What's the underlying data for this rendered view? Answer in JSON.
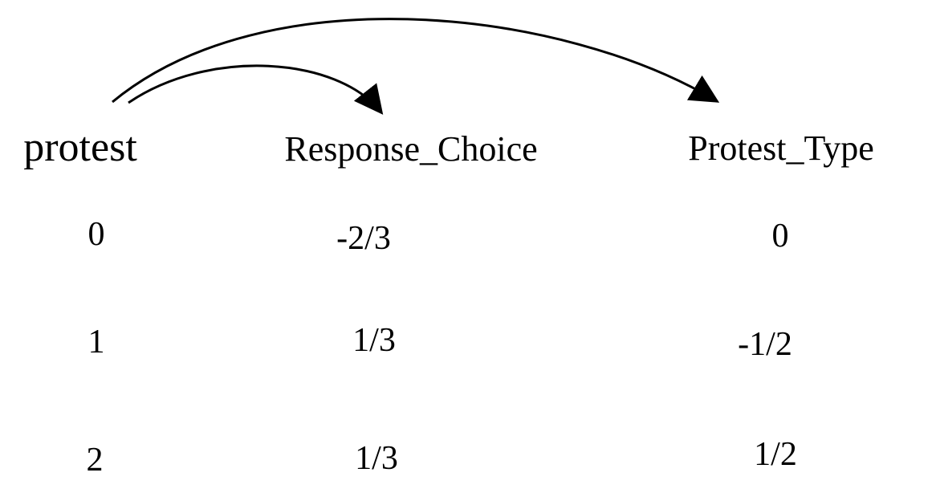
{
  "factor": {
    "name": "protest"
  },
  "contrasts": [
    {
      "name": "Response_Choice"
    },
    {
      "name": "Protest_Type"
    }
  ],
  "rows": [
    {
      "level": "0",
      "values": [
        "-2/3",
        "0"
      ]
    },
    {
      "level": "1",
      "values": [
        "1/3",
        "-1/2"
      ]
    },
    {
      "level": "2",
      "values": [
        "1/3",
        "1/2"
      ]
    }
  ],
  "colors": {
    "ink": "#000000",
    "background": "#ffffff"
  }
}
